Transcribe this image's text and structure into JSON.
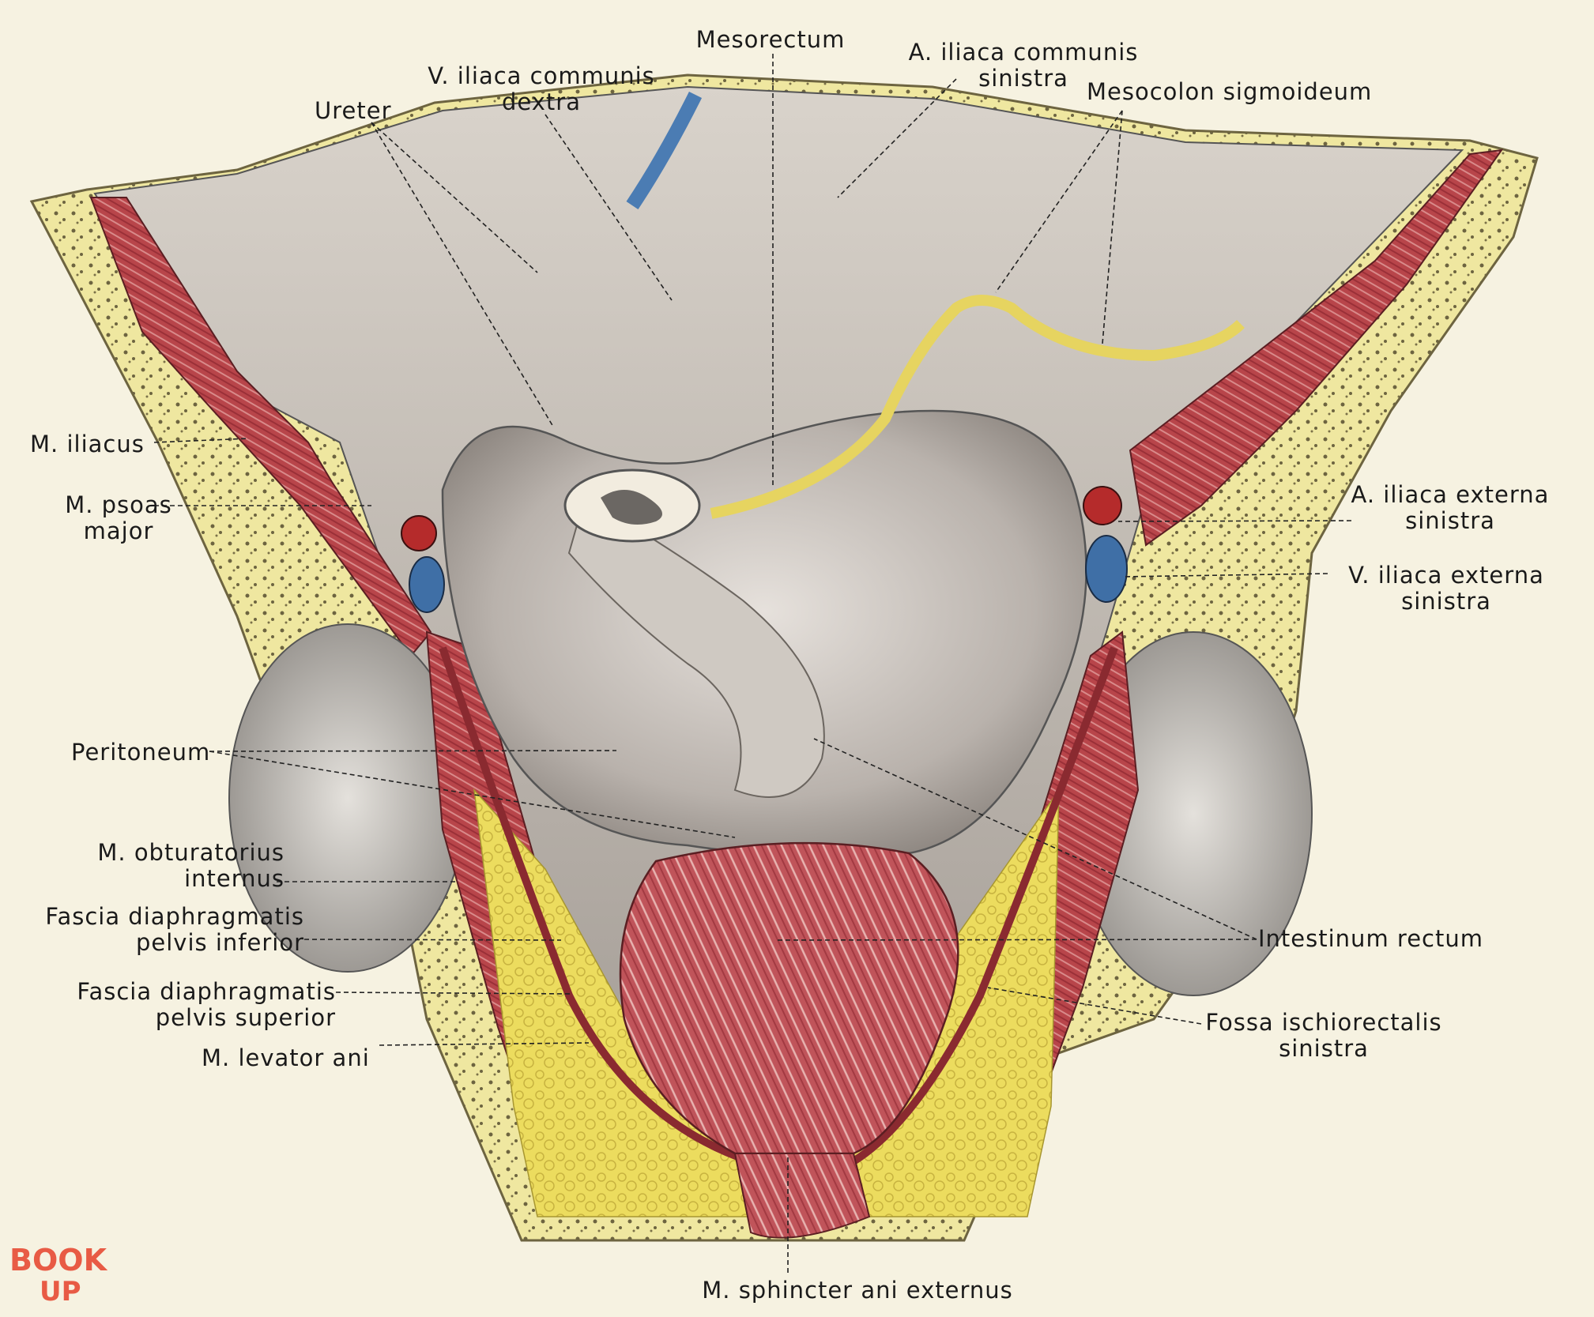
{
  "labels": {
    "mesorectum": "Mesorectum",
    "a_iliaca_communis_sinistra_1": "A. iliaca communis",
    "a_iliaca_communis_sinistra_2": "sinistra",
    "v_iliaca_communis_dextra_1": "V. iliaca communis",
    "v_iliaca_communis_dextra_2": "dextra",
    "ureter": "Ureter",
    "mesocolon_sigmoideum": "Mesocolon sigmoideum",
    "m_iliacus": "M. iliacus",
    "m_psoas_major_1": "M. psoas",
    "m_psoas_major_2": "major",
    "a_iliaca_externa_sinistra_1": "A. iliaca externa",
    "a_iliaca_externa_sinistra_2": "sinistra",
    "v_iliaca_externa_sinistra_1": "V. iliaca externa",
    "v_iliaca_externa_sinistra_2": "sinistra",
    "peritoneum": "Peritoneum",
    "m_obturatorius_internus_1": "M. obturatorius",
    "m_obturatorius_internus_2": "internus",
    "fascia_inferior_1": "Fascia diaphragmatis",
    "fascia_inferior_2": "pelvis inferior",
    "fascia_superior_1": "Fascia diaphragmatis",
    "fascia_superior_2": "pelvis superior",
    "m_levator_ani": "M. levator ani",
    "intestinum_rectum": "Intestinum rectum",
    "fossa_ischiorectalis_1": "Fossa ischiorectalis",
    "fossa_ischiorectalis_2": "sinistra",
    "m_sphincter_ani_externus": "M. sphincter ani externus"
  },
  "watermark": {
    "line1": "BOOK",
    "line2": "UP"
  },
  "colors": {
    "background": "#f6f2e1",
    "bone": "#efe7a0",
    "muscle": "#b8454a",
    "peritoneum": "#c9c3bd",
    "fat": "#e9d95a",
    "vein": "#3f6fa6",
    "artery": "#b52b2b",
    "watermark": "#e85b45"
  }
}
